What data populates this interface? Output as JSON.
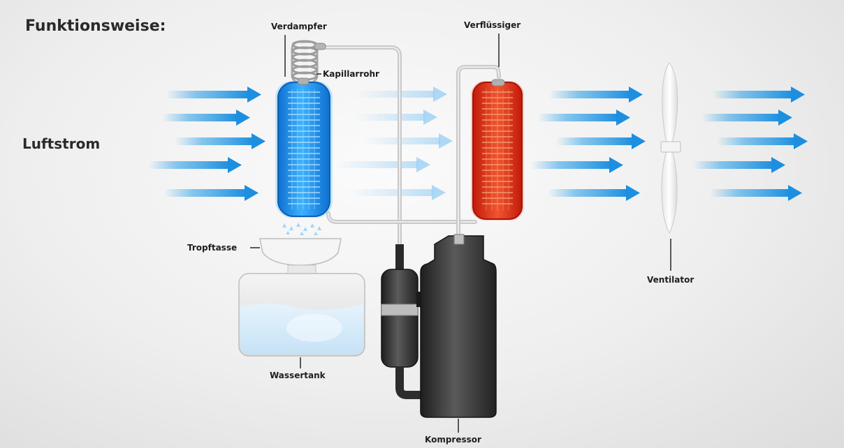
{
  "title": "Funktionsweise:",
  "airflow_label": "Luftstrom",
  "components": {
    "evaporator": "Verdampfer",
    "capillary_tube": "Kapillarrohr",
    "condenser": "Verflüssiger",
    "drip_tray": "Tropftasse",
    "water_tank": "Wassertank",
    "compressor": "Kompressor",
    "fan": "Ventilator"
  },
  "colors": {
    "airflow_arrow": "#2b9fe6",
    "evaporator": "#1f8fe8",
    "condenser": "#e8321e",
    "compressor": "#3a3a3a",
    "water": "#d6ecfa"
  }
}
